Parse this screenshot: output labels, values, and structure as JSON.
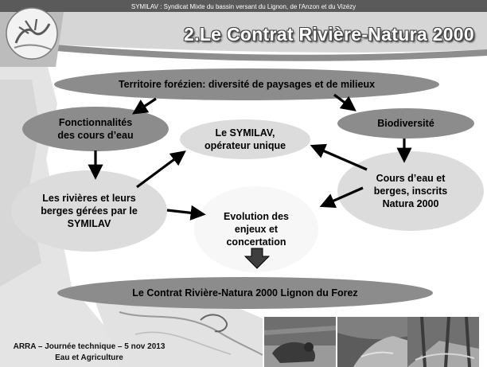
{
  "header": {
    "subtitle": "SYMILAV : Syndicat Mixte du bassin versant du Lignon, de l'Anzon et du Vizézy",
    "title": "2.Le Contrat Rivière-Natura 2000"
  },
  "diagram": {
    "territoire": "Territoire forézien: diversité de paysages et de milieux",
    "fonctionnalites": [
      "Fonctionnalités",
      "des cours d’eau"
    ],
    "biodiversite": "Biodiversité",
    "symilav": [
      "Le SYMILAV,",
      "opérateur unique"
    ],
    "cours_eau": [
      "Cours d’eau et",
      "berges, inscrits",
      "Natura 2000"
    ],
    "rivieres": [
      "Les rivières et leurs",
      "berges gérées par le",
      "SYMILAV"
    ],
    "evolution": [
      "Evolution des",
      "enjeux et",
      "concertation"
    ],
    "contrat": "Le Contrat Rivière-Natura 2000 Lignon du Forez"
  },
  "footer": {
    "line1": "ARRA – Journée technique – 5 nov 2013",
    "line2": "Eau et Agriculture"
  },
  "colors": {
    "header": "#5a5a5a",
    "node_dark": "#8c8c8c",
    "node_light": "#dcdcdc",
    "arrow": "#000000"
  }
}
